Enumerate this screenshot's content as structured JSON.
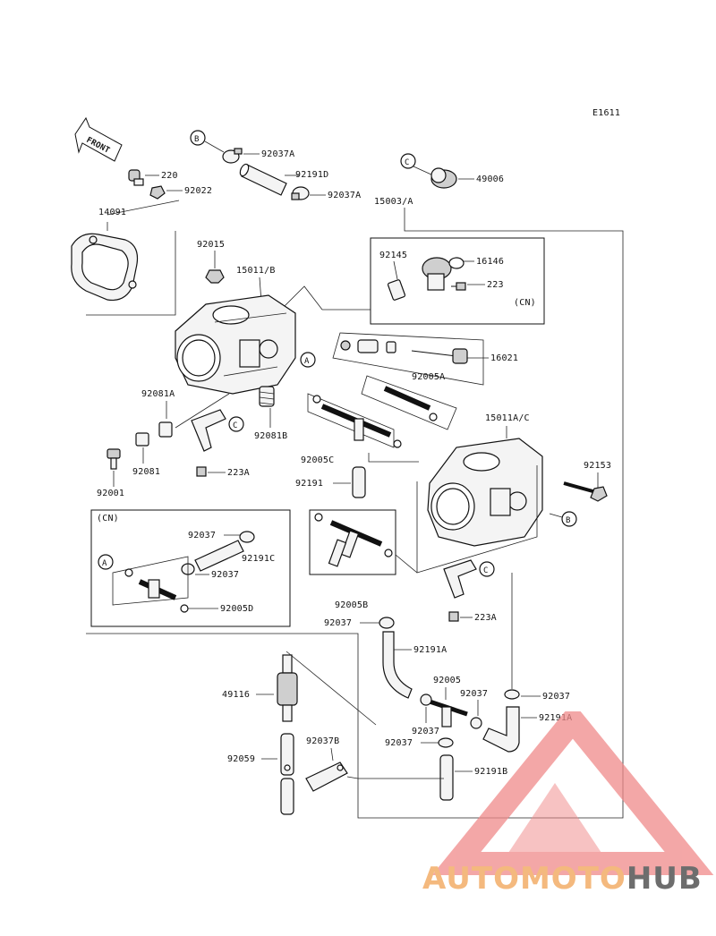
{
  "diagram_code": "E1611",
  "front_label": "FRONT",
  "part_labels": {
    "p220": "220",
    "p92022": "92022",
    "p14091": "14091",
    "p92037A_1": "92037A",
    "p92191D": "92191D",
    "p92037A_2": "92037A",
    "p49006": "49006",
    "p15003A": "15003/A",
    "p92015": "92015",
    "p15011B": "15011/B",
    "p92145": "92145",
    "p16146": "16146",
    "p223_top": "223",
    "pCN_top": "(CN)",
    "p16021": "16021",
    "p92005A": "92005A",
    "p92081A": "92081A",
    "p92081B": "92081B",
    "p15011AC": "15011A/C",
    "p92081": "92081",
    "p92005C": "92005C",
    "p92001": "92001",
    "p223A_1": "223A",
    "p92153": "92153",
    "p92191": "92191",
    "pCN_box": "(CN)",
    "p92037_box1": "92037",
    "p92191C": "92191C",
    "p92037_box2": "92037",
    "p92005D": "92005D",
    "p223A_2": "223A",
    "p92005B": "92005B",
    "p92037_mid": "92037",
    "p92191A_1": "92191A",
    "p49116": "49116",
    "p92005": "92005",
    "p92037_c": "92037",
    "p92037_r": "92037",
    "p92191A_2": "92191A",
    "p92037B": "92037B",
    "p92037_d": "92037",
    "p92037_e": "92037",
    "p92059": "92059",
    "p92191B": "92191B"
  },
  "ref_markers": {
    "B1": "B",
    "C1": "C",
    "A1": "A",
    "C2": "C",
    "B2": "B",
    "A2": "A",
    "C3": "C"
  },
  "watermark": {
    "text_part1": "AUTOMOTO",
    "text_part2": "HUB",
    "color_light": "#f4b97e",
    "color_dark": "#6d6d6d",
    "triangle_color": "#f08a8a"
  }
}
